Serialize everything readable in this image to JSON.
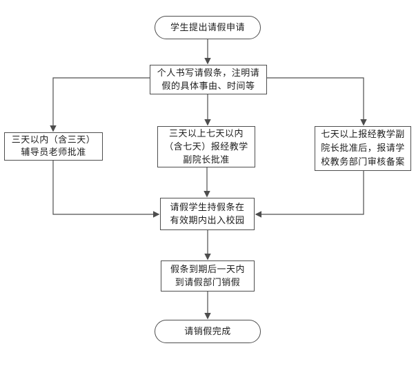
{
  "diagram": {
    "type": "flowchart",
    "colors": {
      "line": "#4d4d4d",
      "border": "#4d4d4d",
      "text": "#1c1c1c",
      "background": "#ffffff"
    },
    "nodes": {
      "start": {
        "shape": "terminator",
        "label": "学生提出请假申请"
      },
      "write_note": {
        "shape": "process",
        "label": "个人书写请假条，注明请\n假的具体事由、时间等"
      },
      "within_three_days": {
        "shape": "process",
        "label": "三天以内（含三天）\n辅导员老师批准"
      },
      "three_to_seven_days": {
        "shape": "process",
        "label": "三天以上七天以内\n（含七天）报经教学\n副院长批准"
      },
      "over_seven_days": {
        "shape": "process",
        "label": "七天以上报经教学副\n院长批准后，报请学\n校教务部门审核备案"
      },
      "campus_access": {
        "shape": "process",
        "label": "请假学生持假条在\n有效期内出入校园"
      },
      "cancel_leave": {
        "shape": "process",
        "label": "假条到期后一天内\n到请假部门销假"
      },
      "end": {
        "shape": "terminator",
        "label": "请销假完成"
      }
    },
    "edges": [
      {
        "from": "start",
        "to": "write_note"
      },
      {
        "from": "write_note",
        "to": "within_three_days"
      },
      {
        "from": "write_note",
        "to": "three_to_seven_days"
      },
      {
        "from": "write_note",
        "to": "over_seven_days"
      },
      {
        "from": "within_three_days",
        "to": "campus_access"
      },
      {
        "from": "three_to_seven_days",
        "to": "campus_access"
      },
      {
        "from": "over_seven_days",
        "to": "campus_access"
      },
      {
        "from": "campus_access",
        "to": "cancel_leave"
      },
      {
        "from": "cancel_leave",
        "to": "end"
      }
    ]
  }
}
